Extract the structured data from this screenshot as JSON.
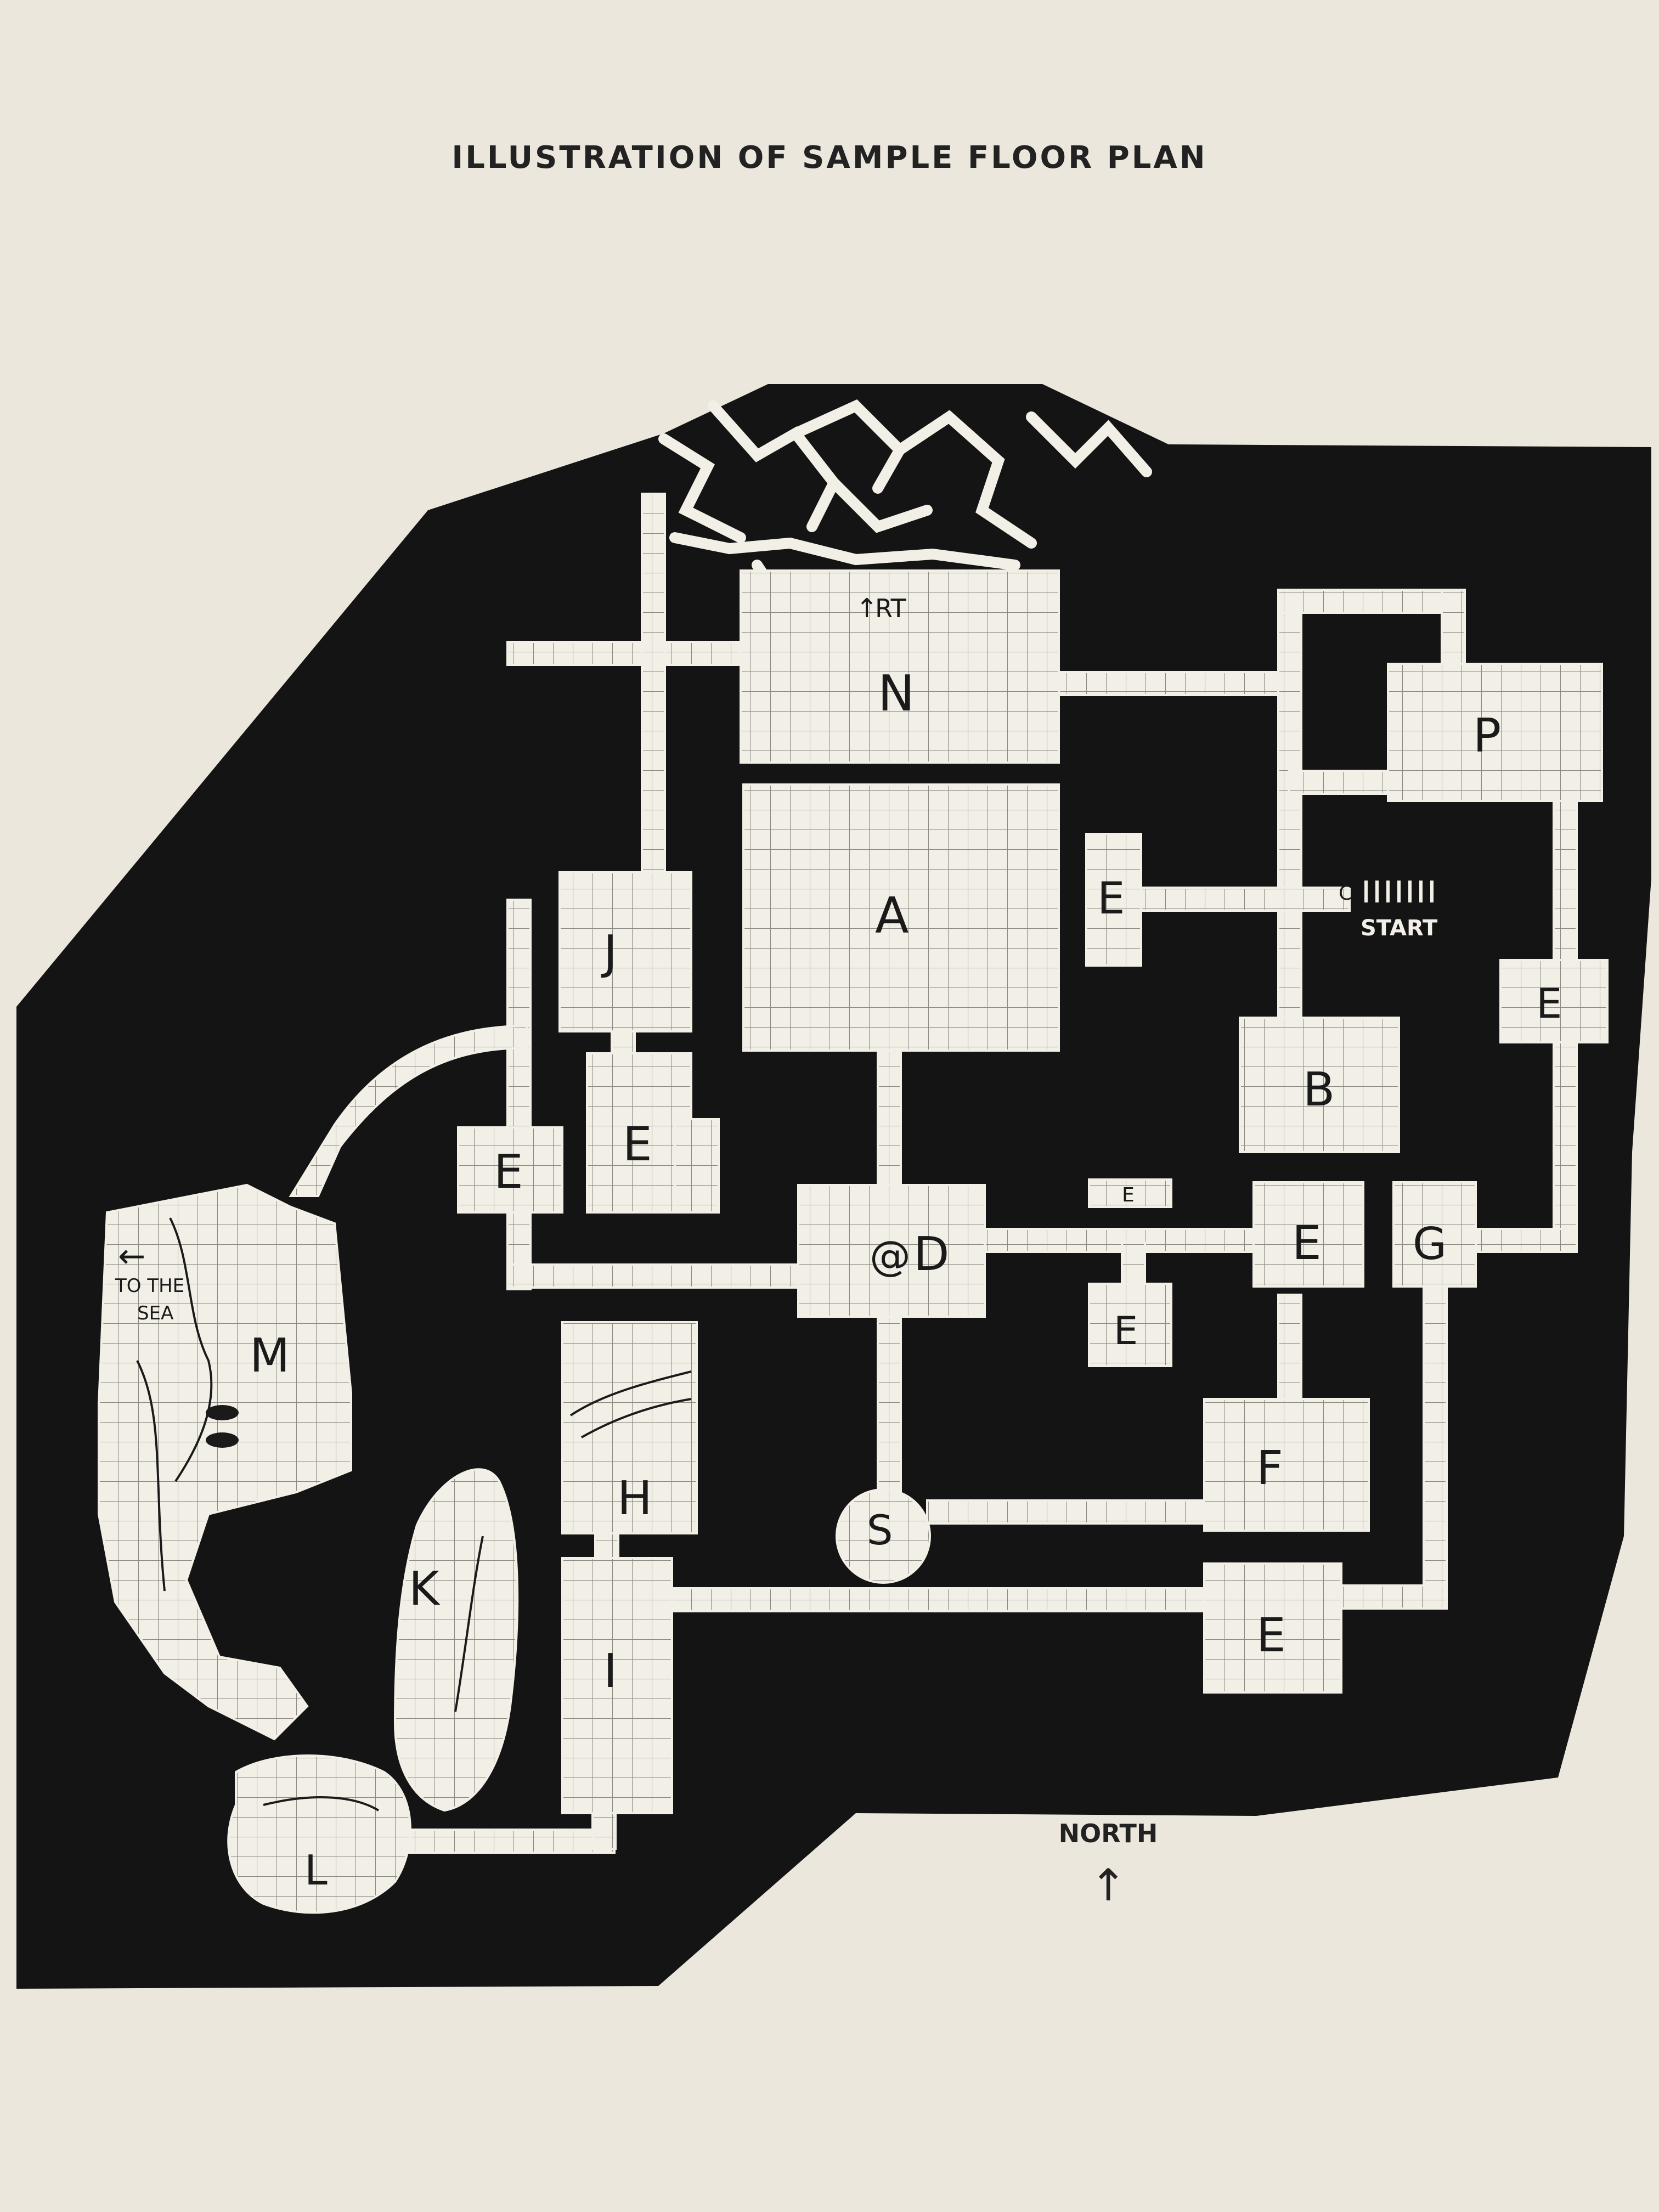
{
  "title": "ILLUSTRATION OF SAMPLE FLOOR PLAN",
  "colors": {
    "paper": "#ebe7dd",
    "rock": "#141414",
    "floor": "#f2efe7",
    "grid": "#8d8a84"
  },
  "rooms": {
    "N": "N",
    "A": "A",
    "P": "P",
    "J": "J",
    "B": "B",
    "D": "D",
    "D_marker": "@",
    "G": "G",
    "F": "F",
    "S": "S",
    "M": "M",
    "H": "H",
    "K": "K",
    "I": "I",
    "L": "L",
    "E": "E",
    "E_small": "E"
  },
  "annotations": {
    "rt": "RT",
    "start": "START",
    "start_c": "C",
    "to_the": "TO THE",
    "sea": "SEA"
  },
  "compass": {
    "label": "NORTH",
    "arrow": "↑"
  }
}
